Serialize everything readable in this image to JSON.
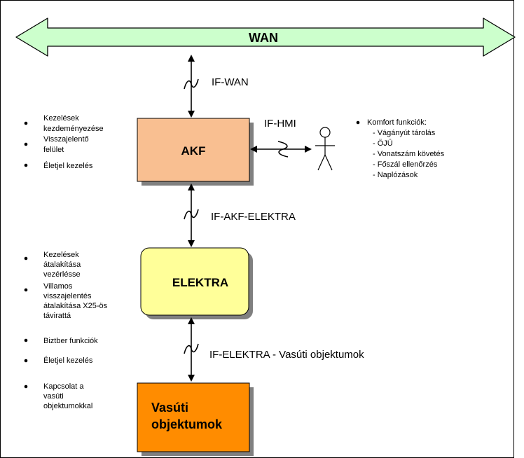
{
  "wan": {
    "label": "WAN"
  },
  "interfaces": {
    "if_wan": "IF-WAN",
    "if_hmi": "IF-HMI",
    "if_akf_elektra": "IF-AKF-ELEKTRA",
    "if_elektra_vasuti": "IF-ELEKTRA - Vasúti objektumok"
  },
  "boxes": {
    "akf": "AKF",
    "elektra": "ELEKTRA",
    "vasuti_line1": "Vasúti",
    "vasuti_line2": "objektumok"
  },
  "akf_notes": [
    [
      "Kezelések",
      "kezdeményezése"
    ],
    [
      "Visszajelentő",
      "felület"
    ],
    [
      "Életjel kezelés"
    ]
  ],
  "elektra_notes": [
    [
      "Kezelések",
      "átalakítása",
      "vezérlésse"
    ],
    [
      "Villamos",
      "visszajelentés",
      "átalakítása X25-ös",
      "távirattá"
    ],
    [
      "Biztber funkciók"
    ],
    [
      "Életjel kezelés"
    ]
  ],
  "vasuti_notes": [
    [
      "Kapcsolat a",
      "vasúti",
      "objektumokkal"
    ]
  ],
  "comfort": {
    "title": "Komfort funkciók:",
    "items": [
      "- Vágányút tárolás",
      "- ÖJÜ",
      "- Vonatszám követés",
      "- Főszál ellenőrzés",
      "- Naplózások"
    ]
  },
  "colors": {
    "wan_fill": "#ccffcc",
    "akf_fill": "#f9bf91",
    "elektra_fill": "#ffff99",
    "vasuti_fill": "#ff8c00",
    "shadow": "#808080"
  }
}
